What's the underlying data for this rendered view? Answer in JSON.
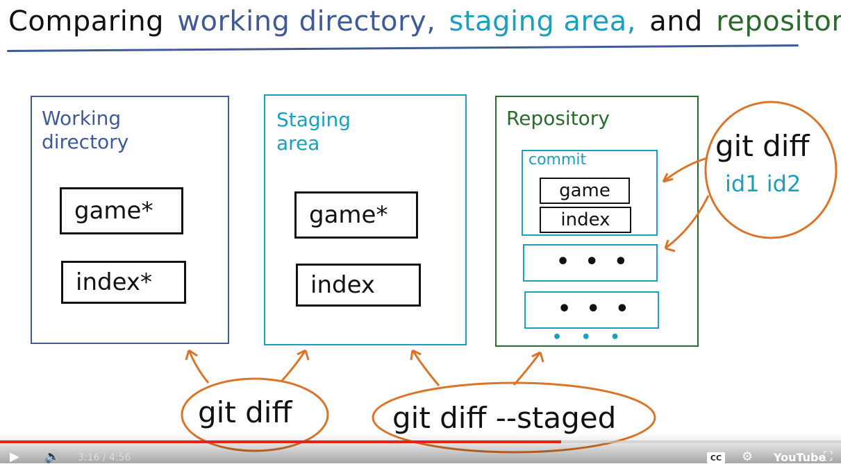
{
  "title": {
    "part1": "Comparing",
    "part2": "working directory,",
    "part3": "staging area,",
    "part4": "and",
    "part5": "repository"
  },
  "panels": {
    "working": {
      "label_line1": "Working",
      "label_line2": "directory",
      "files": [
        "game*",
        "index*"
      ]
    },
    "staging": {
      "label_line1": "Staging",
      "label_line2": "area",
      "files": [
        "game*",
        "index"
      ]
    },
    "repository": {
      "label": "Repository",
      "commit_label": "commit",
      "commit_files": [
        "game",
        "index"
      ],
      "ellipsis": "• • •"
    }
  },
  "callouts": {
    "git_diff": "git diff",
    "git_diff_staged": "git diff --staged",
    "git_diff_ids": "git diff",
    "ids": "id1 id2"
  },
  "player": {
    "time": "3:16 / 4:56",
    "progress_fraction": 0.667,
    "cc_label": "CC",
    "brand": "YouTube"
  },
  "colors": {
    "working": "#3f5a96",
    "staging": "#1a9fbf",
    "repository": "#2a6b2c",
    "callout": "#d9752a"
  }
}
